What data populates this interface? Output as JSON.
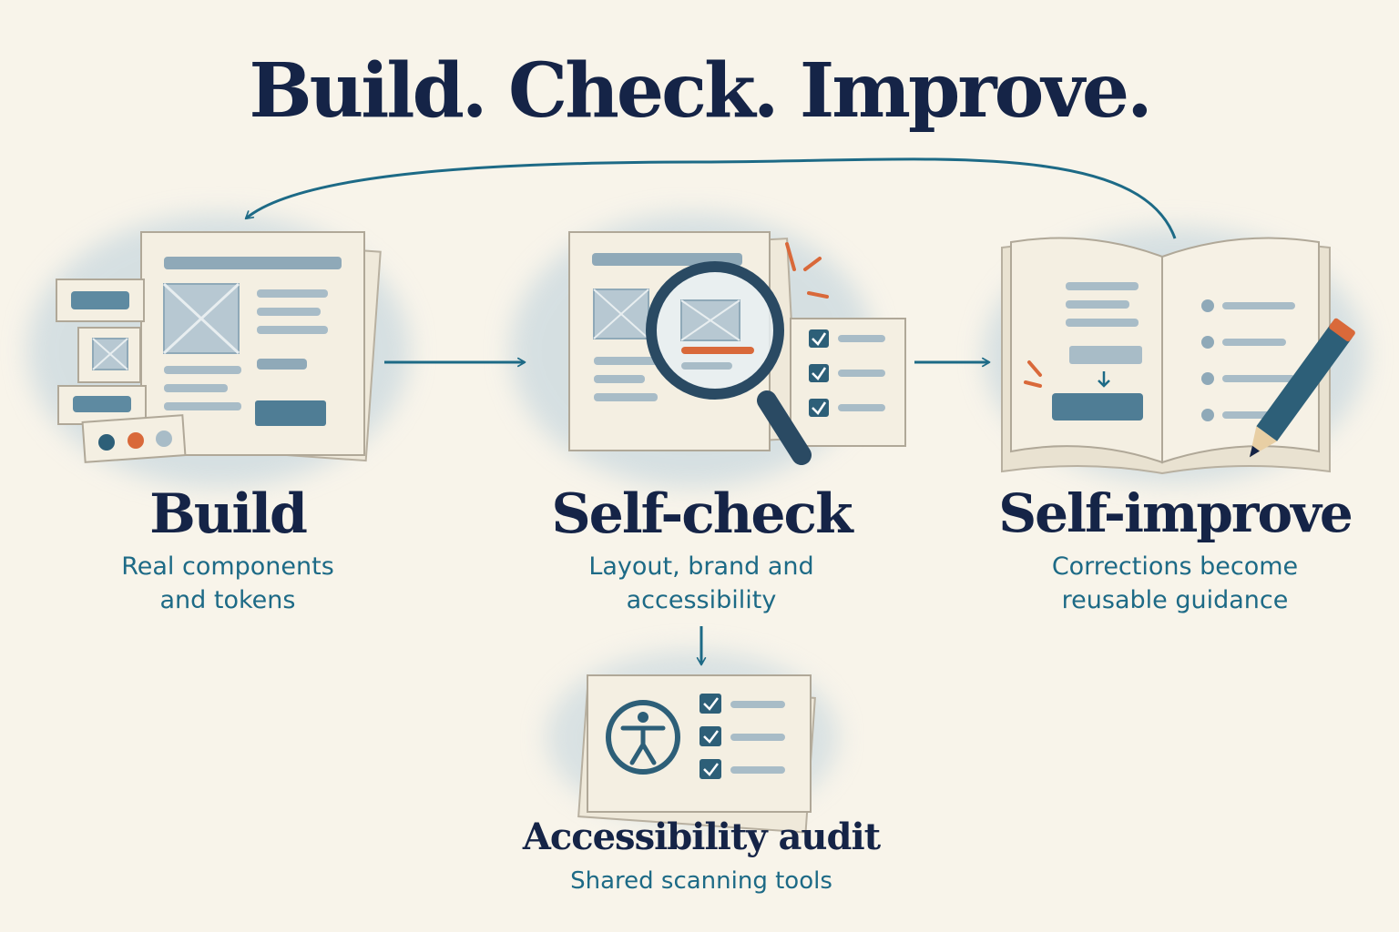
{
  "title": "Build. Check. Improve.",
  "stages": [
    {
      "heading": "Build",
      "lines": [
        "Real components",
        "and tokens"
      ],
      "icon": "build-components-icon"
    },
    {
      "heading": "Self-check",
      "lines": [
        "Layout, brand and",
        "accessibility"
      ],
      "icon": "magnifying-glass-icon"
    },
    {
      "heading": "Self-improve",
      "lines": [
        "Corrections become",
        "reusable guidance"
      ],
      "icon": "open-book-pencil-icon"
    },
    {
      "heading": "Accessibility audit",
      "lines": [
        "Shared scanning tools"
      ],
      "icon": "accessibility-person-icon"
    }
  ],
  "colors": {
    "navy": "#152447",
    "teal": "#1d6a86",
    "orange": "#d9693a",
    "paper": "#f4efe2",
    "background": "#f8f4ea"
  }
}
